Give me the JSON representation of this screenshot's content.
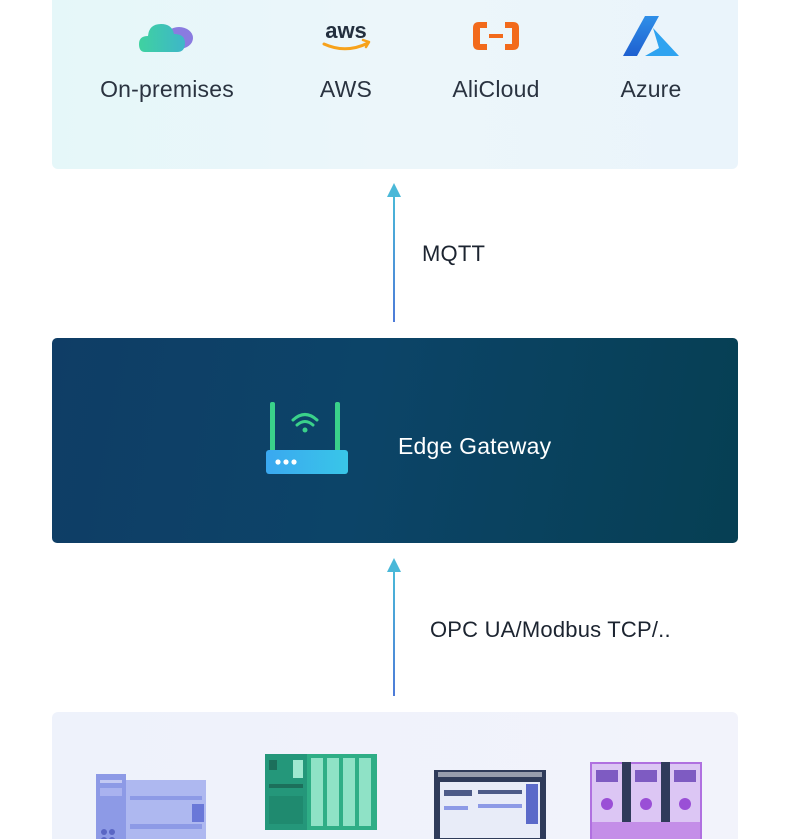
{
  "clouds": [
    {
      "label": "On-premises",
      "icon": "cloud-icon"
    },
    {
      "label": "AWS",
      "icon": "aws-logo-icon",
      "logo_text": "aws"
    },
    {
      "label": "AliCloud",
      "icon": "alicloud-logo-icon"
    },
    {
      "label": "Azure",
      "icon": "azure-logo-icon"
    }
  ],
  "upper_link": {
    "protocol": "MQTT"
  },
  "gateway": {
    "label": "Edge Gateway",
    "icon": "router-wifi-icon"
  },
  "lower_link": {
    "protocol": "OPC UA/Modbus TCP/.."
  },
  "devices": [
    {
      "icon": "plc-controller-icon"
    },
    {
      "icon": "io-module-rack-icon"
    },
    {
      "icon": "industrial-controller-icon"
    },
    {
      "icon": "drive-modules-icon"
    }
  ],
  "colors": {
    "cloud_panel": "#e8f6f9",
    "gateway_panel": "#0c4468",
    "devices_panel": "#f0f2fb",
    "arrow": "#4ab8d8",
    "gateway_accent": "#3ad18a",
    "router_body": "#3aa8f0"
  }
}
